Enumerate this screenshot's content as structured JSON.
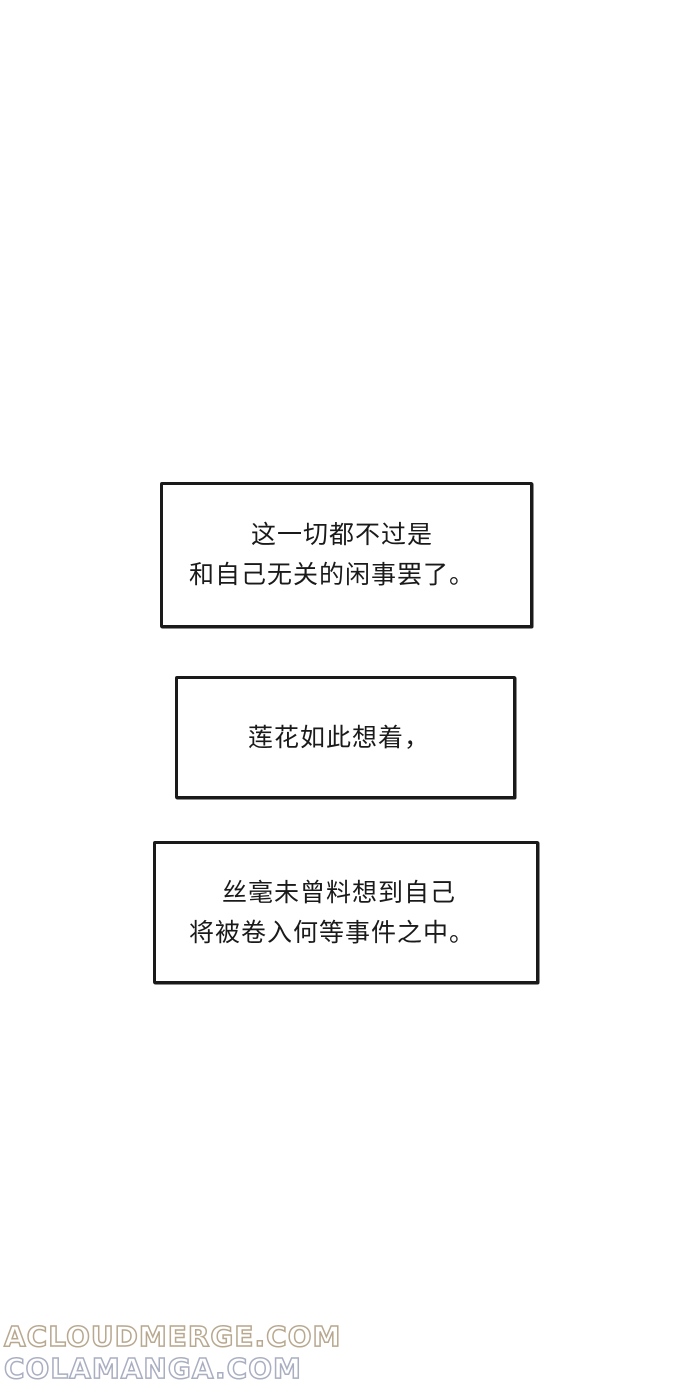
{
  "panels": [
    {
      "lines": [
        "这一切都不过是",
        "和自己无关的闲事罢了。"
      ]
    },
    {
      "lines": [
        "莲花如此想着，"
      ]
    },
    {
      "lines": [
        "丝毫未曾料想到自己",
        "将被卷入何等事件之中。"
      ]
    }
  ],
  "watermark": {
    "line1": "ACLOUDMERGE.COM",
    "line2": "COLAMANGA.COM",
    "colors": {
      "line1": "#b8a88f",
      "line2": "#a9aec1"
    }
  }
}
